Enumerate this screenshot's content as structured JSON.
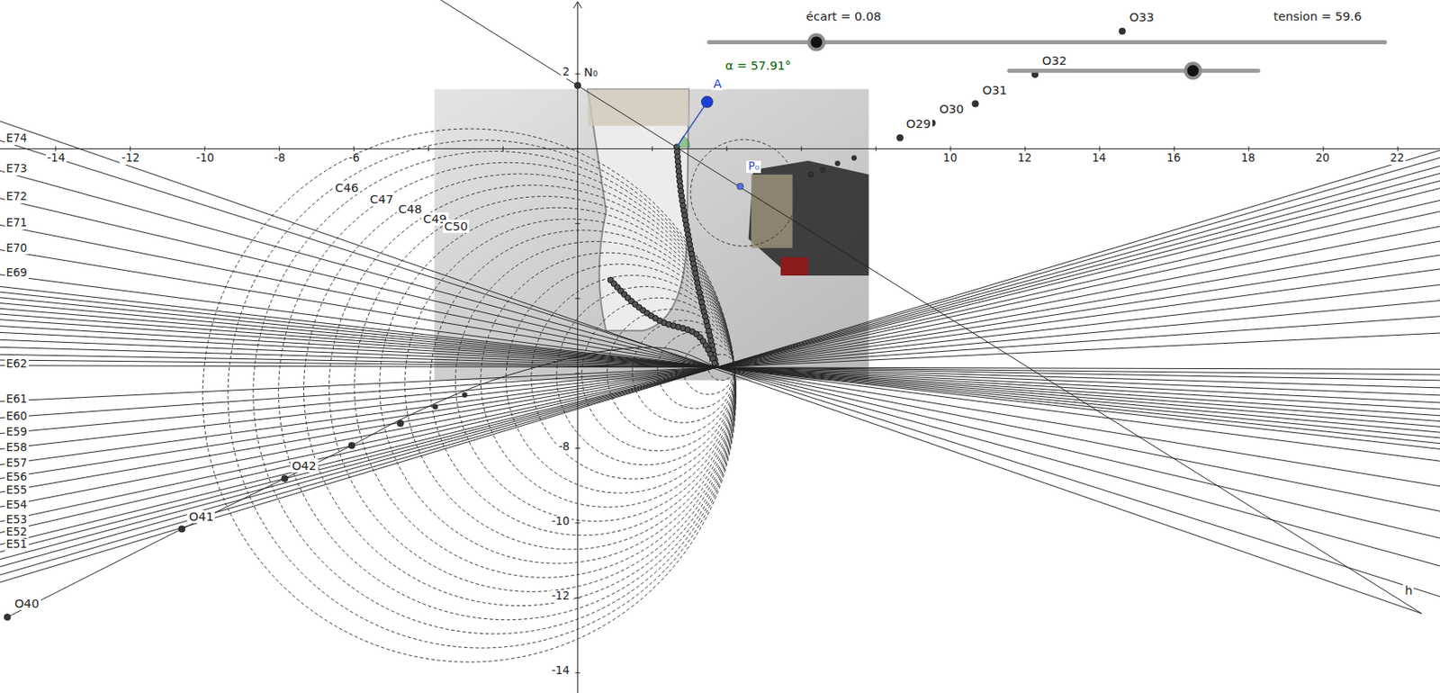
{
  "diagram": {
    "labels": [
      "écart = 0.08",
      "tension = 59.6",
      "α = 57.91°",
      "A",
      "N₀",
      "P₀",
      "h",
      "O33",
      "O32",
      "O31",
      "O30",
      "O29",
      "O40",
      "O41",
      "O42",
      "C46",
      "C47",
      "C48",
      "C49",
      "C50",
      "E74",
      "E73",
      "E72",
      "E71",
      "E70",
      "E69",
      "E62",
      "E61",
      "E60",
      "E59",
      "E58",
      "E57",
      "E56",
      "E55",
      "E54",
      "E53",
      "E52",
      "E51",
      "-14",
      "-12",
      "-10",
      "-8",
      "-6",
      "10",
      "12",
      "14",
      "16",
      "18",
      "20",
      "22",
      "2",
      "-8",
      "-10",
      "-12",
      "-14"
    ]
  }
}
